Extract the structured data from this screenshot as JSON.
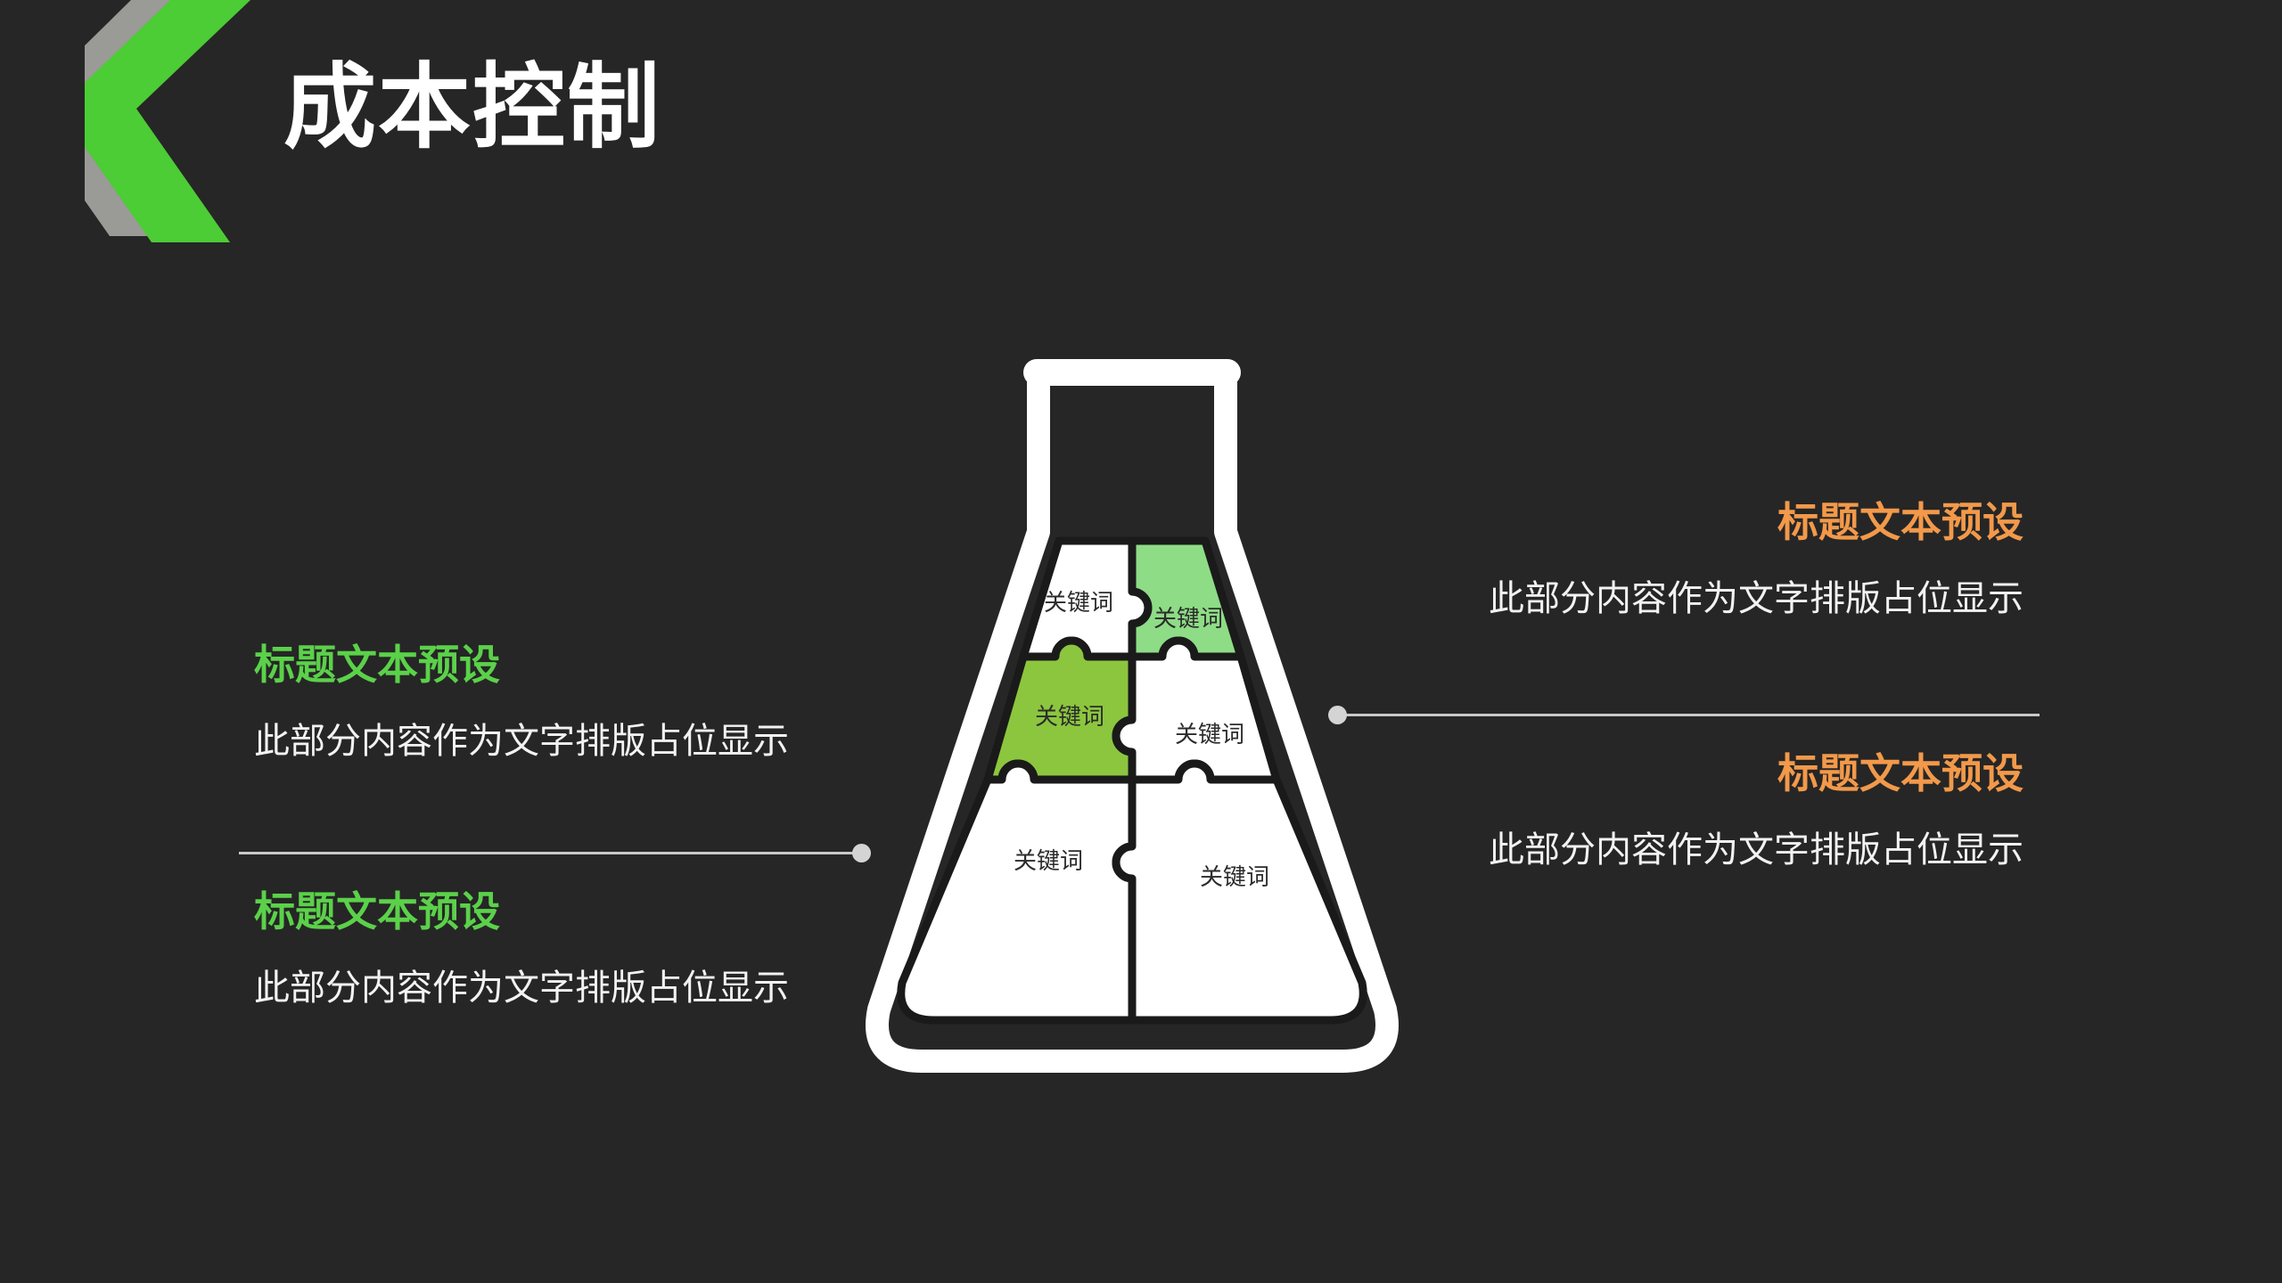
{
  "slide": {
    "background_color": "#262626",
    "title": "成本控制"
  },
  "logo": {
    "name": "double-chevron-left",
    "back_color": "#9a9a96",
    "front_color": "#4ccc35"
  },
  "flask": {
    "outline_color": "#ffffff",
    "inner_stroke_color": "#1a1a1a",
    "pieces": [
      {
        "position": "top-left",
        "label": "关键词",
        "fill": "#ffffff"
      },
      {
        "position": "top-right",
        "label": "关键词",
        "fill": "#8edc86"
      },
      {
        "position": "middle-left",
        "label": "关键词",
        "fill": "#8cc63e"
      },
      {
        "position": "middle-right",
        "label": "关键词",
        "fill": "#ffffff"
      },
      {
        "position": "bottom-left",
        "label": "关键词",
        "fill": "#ffffff"
      },
      {
        "position": "bottom-right",
        "label": "关键词",
        "fill": "#ffffff"
      }
    ]
  },
  "connectors": {
    "line_color": "#c9c9c9",
    "dot_color": "#d4d4d4"
  },
  "blocks": {
    "left_top": {
      "heading": "标题文本预设",
      "body": "此部分内容作为文字排版占位显示",
      "heading_color": "#5bd14a"
    },
    "left_bottom": {
      "heading": "标题文本预设",
      "body": "此部分内容作为文字排版占位显示",
      "heading_color": "#5bd14a"
    },
    "right_top": {
      "heading": "标题文本预设",
      "body": "此部分内容作为文字排版占位显示",
      "heading_color": "#f2994a"
    },
    "right_bottom": {
      "heading": "标题文本预设",
      "body": "此部分内容作为文字排版占位显示",
      "heading_color": "#f2994a"
    }
  }
}
